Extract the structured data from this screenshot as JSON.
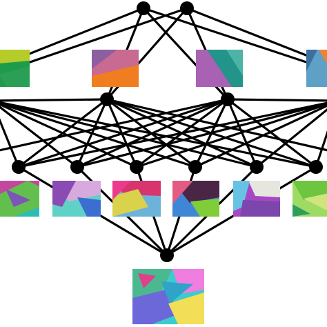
{
  "diagram": {
    "type": "network-diagram",
    "edge_color": "#000000",
    "node_color": "#000000",
    "layers": [
      {
        "id": "layer-top",
        "node_count": 2
      },
      {
        "id": "layer-upper-hidden",
        "node_count": 4
      },
      {
        "id": "layer-lower-hidden",
        "node_count": 6
      },
      {
        "id": "layer-output",
        "node_count": 1
      }
    ],
    "tiles": [
      {
        "id": "tile-upper-1",
        "colors": [
          "#b6cc2a",
          "#1e9c4c",
          "#7cc35a"
        ]
      },
      {
        "id": "tile-upper-2",
        "colors": [
          "#c86a92",
          "#f07d1f",
          "#8d5fa0"
        ]
      },
      {
        "id": "tile-upper-3",
        "colors": [
          "#a861b3",
          "#239489",
          "#4db3a7"
        ]
      },
      {
        "id": "tile-upper-4",
        "colors": [
          "#5ea0c6",
          "#f08236",
          "#3a6fa0"
        ]
      },
      {
        "id": "tile-lower-1",
        "colors": [
          "#c4479e",
          "#62bf4e",
          "#7b56b8",
          "#2cbcb2"
        ]
      },
      {
        "id": "tile-lower-2",
        "colors": [
          "#8a4bb4",
          "#d8a9dc",
          "#3b6ed0",
          "#5fd1c6"
        ]
      },
      {
        "id": "tile-lower-3",
        "colors": [
          "#d8346e",
          "#6db2d8",
          "#d9d24a",
          "#ec3a8d"
        ]
      },
      {
        "id": "tile-lower-4",
        "colors": [
          "#4a2545",
          "#e35a82",
          "#7fce39",
          "#3f86d6"
        ]
      },
      {
        "id": "tile-lower-5",
        "colors": [
          "#7c46ac",
          "#e6e6de",
          "#67c3e5",
          "#a648c4"
        ]
      },
      {
        "id": "tile-lower-6",
        "colors": [
          "#6ec640",
          "#cfe57b",
          "#9edb63",
          "#2e9e5a"
        ]
      },
      {
        "id": "tile-output",
        "colors": [
          "#4bb890",
          "#f07de0",
          "#6d68d9",
          "#f2de57",
          "#3ccbcf"
        ]
      }
    ]
  }
}
